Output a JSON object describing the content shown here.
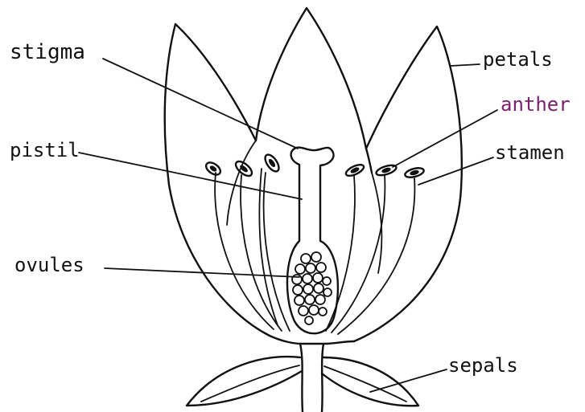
{
  "labels": {
    "stigma": "stigma",
    "pistil": "pistil",
    "ovules": "ovules",
    "petals": "petals",
    "anther": "anther",
    "stamen": "stamen",
    "sepals": "sepals"
  },
  "colors": {
    "ink": "#111111",
    "anther_label": "#7a1f6f",
    "background": "#ffffff"
  }
}
